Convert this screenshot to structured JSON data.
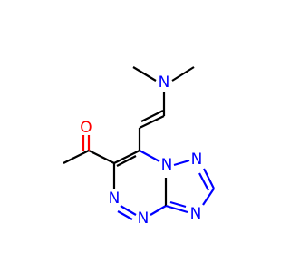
{
  "molecule": {
    "atoms": {
      "nitrogen_amine": {
        "symbol": "N",
        "color": "#0000ff"
      },
      "oxygen_carbonyl": {
        "symbol": "O",
        "color": "#ff0000"
      },
      "nitrogen_bridgehead": {
        "symbol": "N",
        "color": "#0000ff"
      },
      "nitrogen_triazole_upper": {
        "symbol": "N",
        "color": "#0000ff"
      },
      "nitrogen_triazole_lower": {
        "symbol": "N",
        "color": "#0000ff"
      },
      "nitrogen_triazine_left": {
        "symbol": "N",
        "color": "#0000ff"
      },
      "nitrogen_triazine_right": {
        "symbol": "N",
        "color": "#0000ff"
      }
    },
    "colors": {
      "bond": "#000000",
      "nitrogen": "#0000ff",
      "oxygen": "#ff0000"
    }
  }
}
